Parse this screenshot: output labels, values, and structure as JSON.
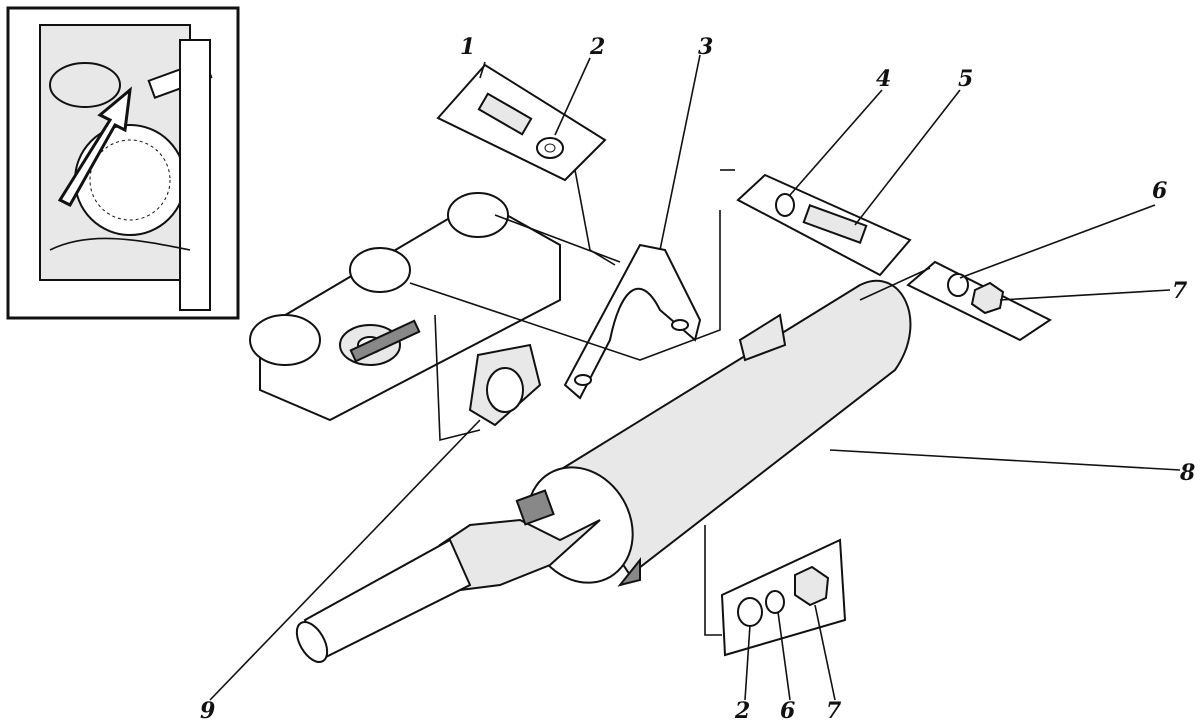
{
  "diagram": {
    "callouts": {
      "c1": "1",
      "c2": "2",
      "c3": "3",
      "c4": "4",
      "c5": "5",
      "c6": "6",
      "c7": "7",
      "c8": "8",
      "c9": "9",
      "b2": "2",
      "b6": "6",
      "b7": "7"
    }
  }
}
